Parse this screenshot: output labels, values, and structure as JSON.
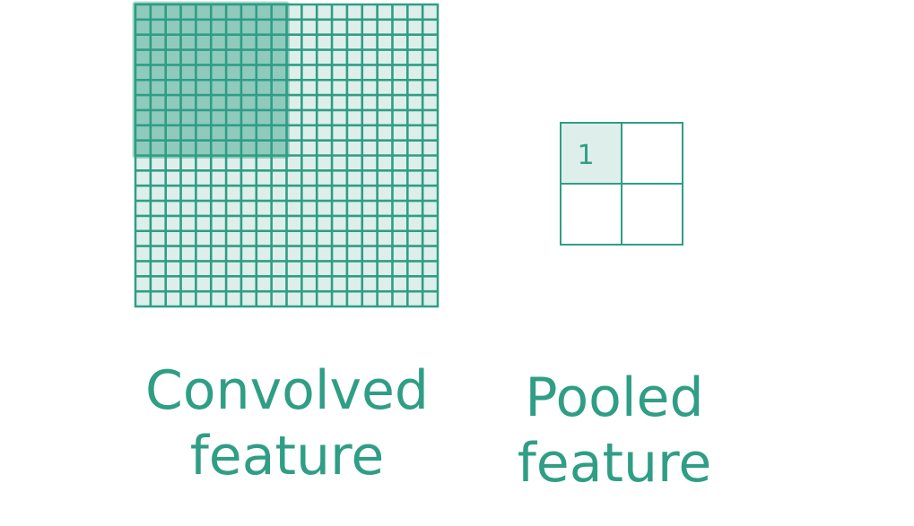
{
  "convolved_feature": {
    "label_line1": "Convolved",
    "label_line2": "feature",
    "grid_cells": 20,
    "highlighted_region_cells": 10
  },
  "pooled_feature": {
    "label_line1": "Pooled",
    "label_line2": "feature",
    "grid_cells": 2,
    "cells": [
      "1",
      "",
      "",
      ""
    ]
  },
  "colors": {
    "grid": "#2f9e85",
    "highlight": "#2f9e85",
    "cell_fill": "#deefeb",
    "text": "#2f9e85"
  }
}
